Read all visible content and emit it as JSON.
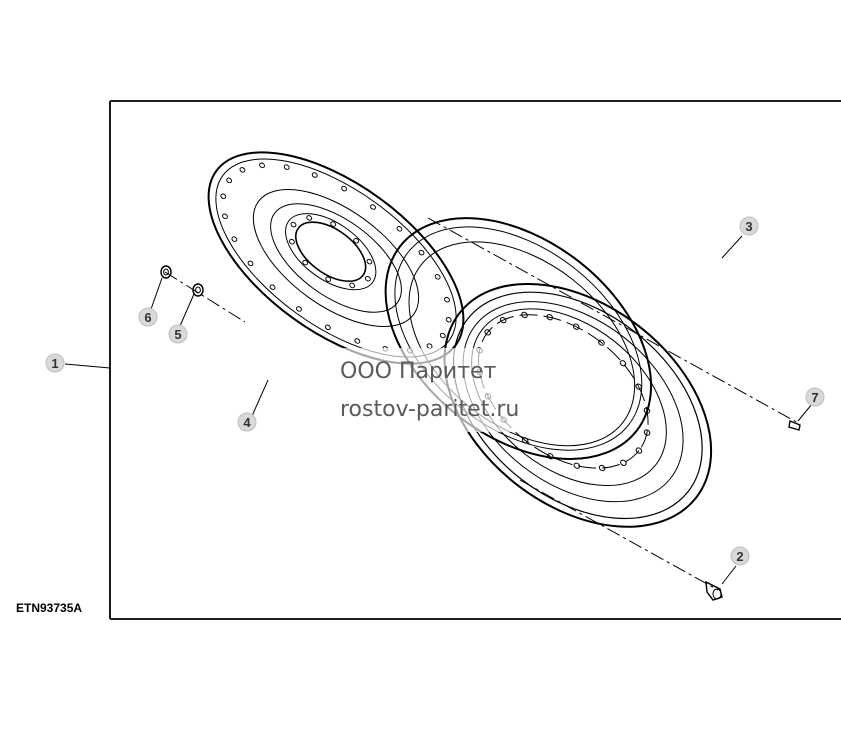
{
  "figure_id": "ETN93735A",
  "callouts": [
    {
      "id": "1",
      "part": "wheel-assembly"
    },
    {
      "id": "2",
      "part": "bolt"
    },
    {
      "id": "3",
      "part": "rim"
    },
    {
      "id": "4",
      "part": "center-disk"
    },
    {
      "id": "5",
      "part": "washer"
    },
    {
      "id": "6",
      "part": "nut"
    },
    {
      "id": "7",
      "part": "valve"
    }
  ],
  "watermark": {
    "company": "ООО Паритет",
    "site": "rostov-paritet.ru"
  }
}
